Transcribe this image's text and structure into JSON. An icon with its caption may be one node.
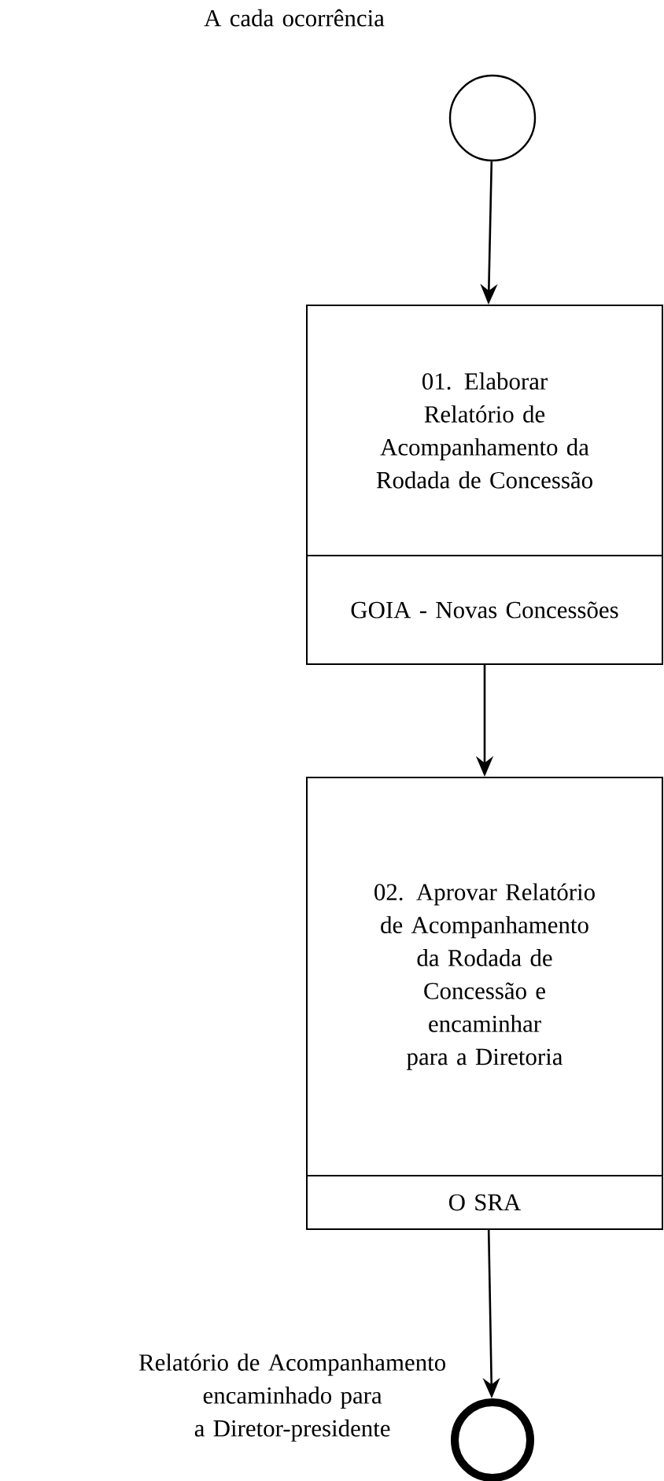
{
  "diagram": {
    "nodes": [
      {
        "text": [],
        "shape": "circle",
        "beside": [
          "A cada ocorrência"
        ]
      },
      {
        "text": [
          "01. Elaborar Relatório de Acompanhamento da Rodada de Concessão",
          "GOIA - Novas Concessões"
        ]
      },
      {
        "text": [
          "02. Aprovar Relatório de Acompanhamento da Rodada de Concessão e encaminhar para a Diretoria",
          "O SRA"
        ]
      },
      {
        "text": [],
        "shape": "circle",
        "beside": [
          "Relatório de Acompanhamento encaminhado para a Diretor-presidente"
        ]
      }
    ],
    "edges": [
      {
        "from": 0,
        "to": 1,
        "arrow": "to"
      },
      {
        "from": 1,
        "to": 2,
        "arrow": "to"
      },
      {
        "from": 2,
        "to": 3,
        "arrow": "to"
      }
    ]
  }
}
